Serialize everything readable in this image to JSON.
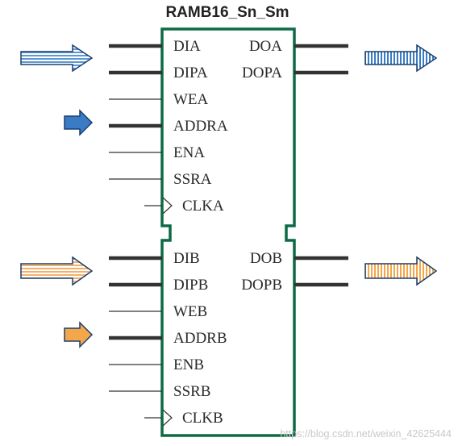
{
  "title": "RAMB16_Sn_Sm",
  "colors": {
    "outline": "#0c6b45",
    "wire": "#333333",
    "blue_fill": "#3a7cc4",
    "blue_stripe": "#5d98d4",
    "orange_fill": "#f3a64a",
    "orange_stripe": "#f4b06a",
    "arrow_border": "#1b3f6e"
  },
  "port_a": {
    "inputs": [
      {
        "label": "DIA",
        "bus": true
      },
      {
        "label": "DIPA",
        "bus": true
      },
      {
        "label": "WEA",
        "bus": false
      },
      {
        "label": "ADDRA",
        "bus": true
      },
      {
        "label": "ENA",
        "bus": false
      },
      {
        "label": "SSRA",
        "bus": false
      },
      {
        "label": "CLKA",
        "bus": false,
        "clock": true
      }
    ],
    "outputs": [
      {
        "label": "DOA",
        "bus": true
      },
      {
        "label": "DOPA",
        "bus": true
      }
    ]
  },
  "port_b": {
    "inputs": [
      {
        "label": "DIB",
        "bus": true
      },
      {
        "label": "DIPB",
        "bus": true
      },
      {
        "label": "WEB",
        "bus": false
      },
      {
        "label": "ADDRB",
        "bus": true
      },
      {
        "label": "ENB",
        "bus": false
      },
      {
        "label": "SSRB",
        "bus": false
      },
      {
        "label": "CLKB",
        "bus": false,
        "clock": true
      }
    ],
    "outputs": [
      {
        "label": "DOB",
        "bus": true
      },
      {
        "label": "DOPB",
        "bus": true
      }
    ]
  },
  "arrows": [
    {
      "name": "data-in-a-arrow",
      "style": "striped-outline",
      "color": "blue"
    },
    {
      "name": "addr-a-arrow",
      "style": "solid",
      "color": "blue"
    },
    {
      "name": "data-out-a-arrow",
      "style": "vertical-striped",
      "color": "blue"
    },
    {
      "name": "data-in-b-arrow",
      "style": "striped-outline",
      "color": "orange"
    },
    {
      "name": "addr-b-arrow",
      "style": "solid",
      "color": "orange"
    },
    {
      "name": "data-out-b-arrow",
      "style": "vertical-striped",
      "color": "orange"
    }
  ],
  "watermark": "https://blog.csdn.net/weixin_42625444"
}
